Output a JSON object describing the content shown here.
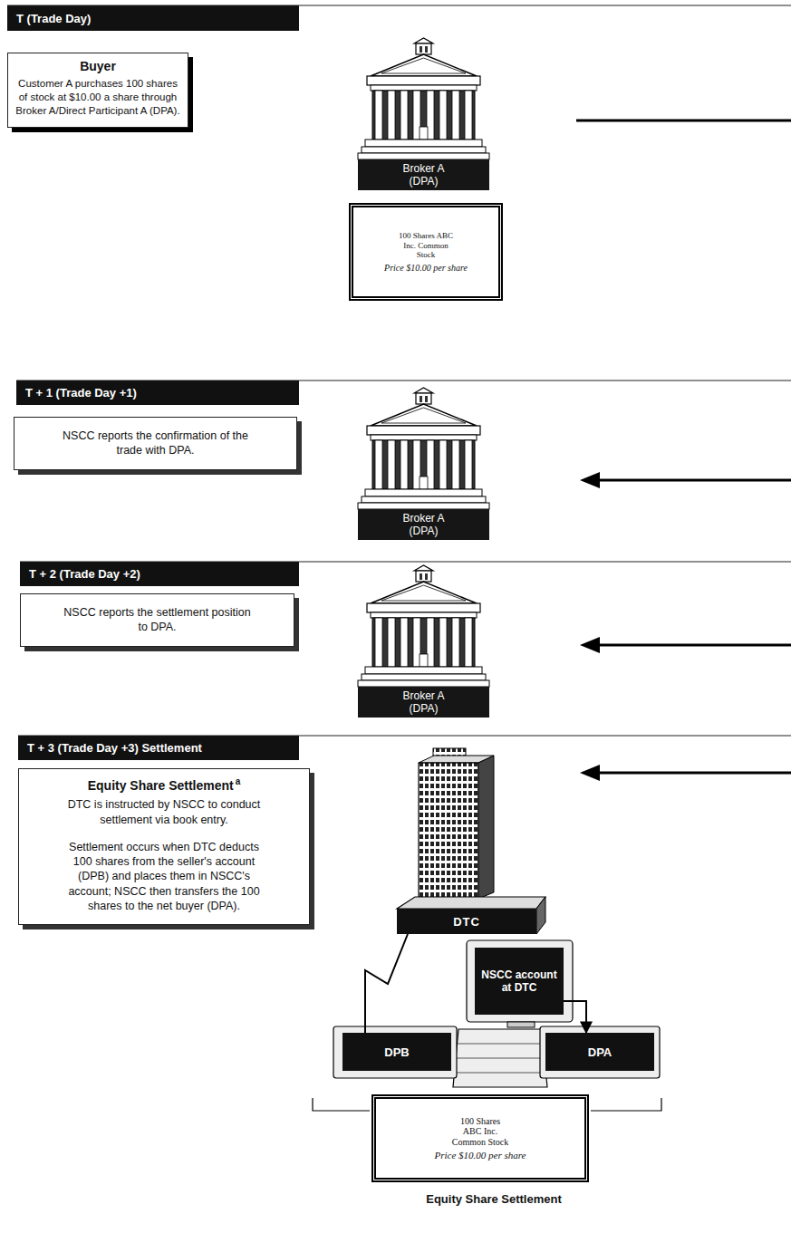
{
  "diagram": {
    "nodes": [
      {
        "text": [
          "T (Trade Day)"
        ]
      },
      {
        "text": [
          "Buyer",
          "Customer A purchases 100 shares of stock at $10.00 a share through Broker A/Direct Participant A (DPA)."
        ]
      },
      {
        "text": [
          "Broker A (DPA)"
        ]
      },
      {
        "text": [
          "100 Shares ABC Inc. Common Stock",
          "Price $10.00 per share"
        ]
      },
      {
        "text": [
          "T + 1 (Trade Day +1)"
        ]
      },
      {
        "text": [
          "NSCC reports the confirmation of the trade with DPA."
        ]
      },
      {
        "text": [
          "Broker A (DPA)"
        ]
      },
      {
        "text": [
          "T + 2 (Trade Day +2)"
        ]
      },
      {
        "text": [
          "NSCC reports the settlement position to DPA."
        ]
      },
      {
        "text": [
          "Broker A (DPA)"
        ]
      },
      {
        "text": [
          "T + 3 (Trade Day +3) Settlement"
        ]
      },
      {
        "text": [
          "Equity Share Settlement",
          "a",
          "DTC is instructed by NSCC to conduct settlement via book entry.",
          "Settlement occurs when DTC deducts 100 shares from the seller's account (DPB) and places them in NSCC's account; NSCC then transfers the 100 shares to the net buyer (DPA)."
        ]
      },
      {
        "text": [
          "DTC"
        ]
      },
      {
        "text": [
          "NSCC account at DTC"
        ]
      },
      {
        "text": [
          "DPB"
        ]
      },
      {
        "text": [
          "DPA"
        ]
      },
      {
        "text": [
          "100 Shares ABC Inc. Common Stock",
          "Price $10.00 per share"
        ]
      }
    ],
    "edges": [
      {
        "from": 13,
        "to": 15,
        "arrow": "to"
      },
      {
        "from": 14,
        "to": 12,
        "arrow": "none"
      }
    ],
    "labels": [
      "Equity Share Settlement"
    ]
  }
}
